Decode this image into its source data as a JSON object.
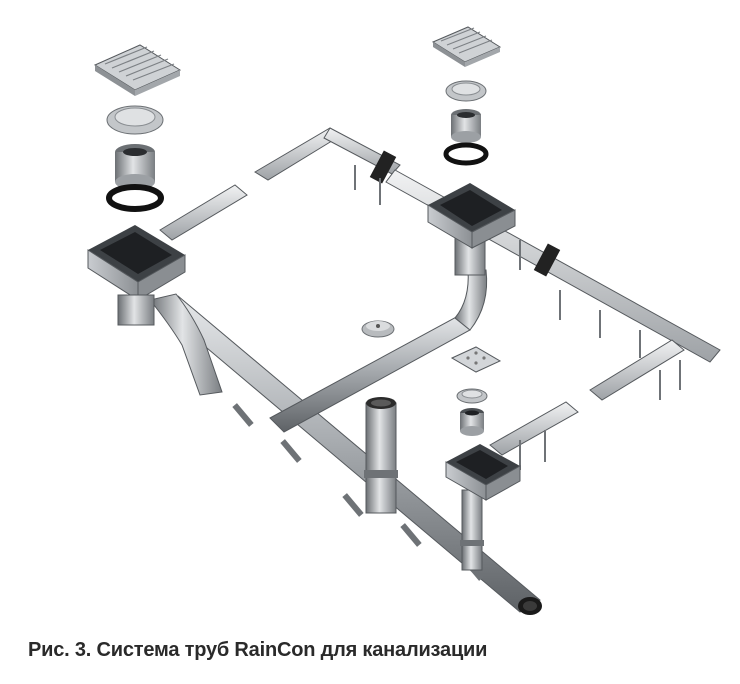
{
  "figure": {
    "caption": "Рис. 3. Система труб RainCon для канализации",
    "components": [
      "drain-grate",
      "dome-strainer",
      "drain-body",
      "gasket-ring",
      "floor-gully",
      "channel-drain",
      "mounting-foot",
      "drain-pipe",
      "pipe-collar",
      "access-cap"
    ],
    "colors": {
      "metal_dark": "#5b5f63",
      "metal_mid": "#9a9fa4",
      "metal_light": "#d9dcdf",
      "gasket": "#111111",
      "caption_text": "#2a2a2a",
      "background": "#ffffff"
    }
  }
}
